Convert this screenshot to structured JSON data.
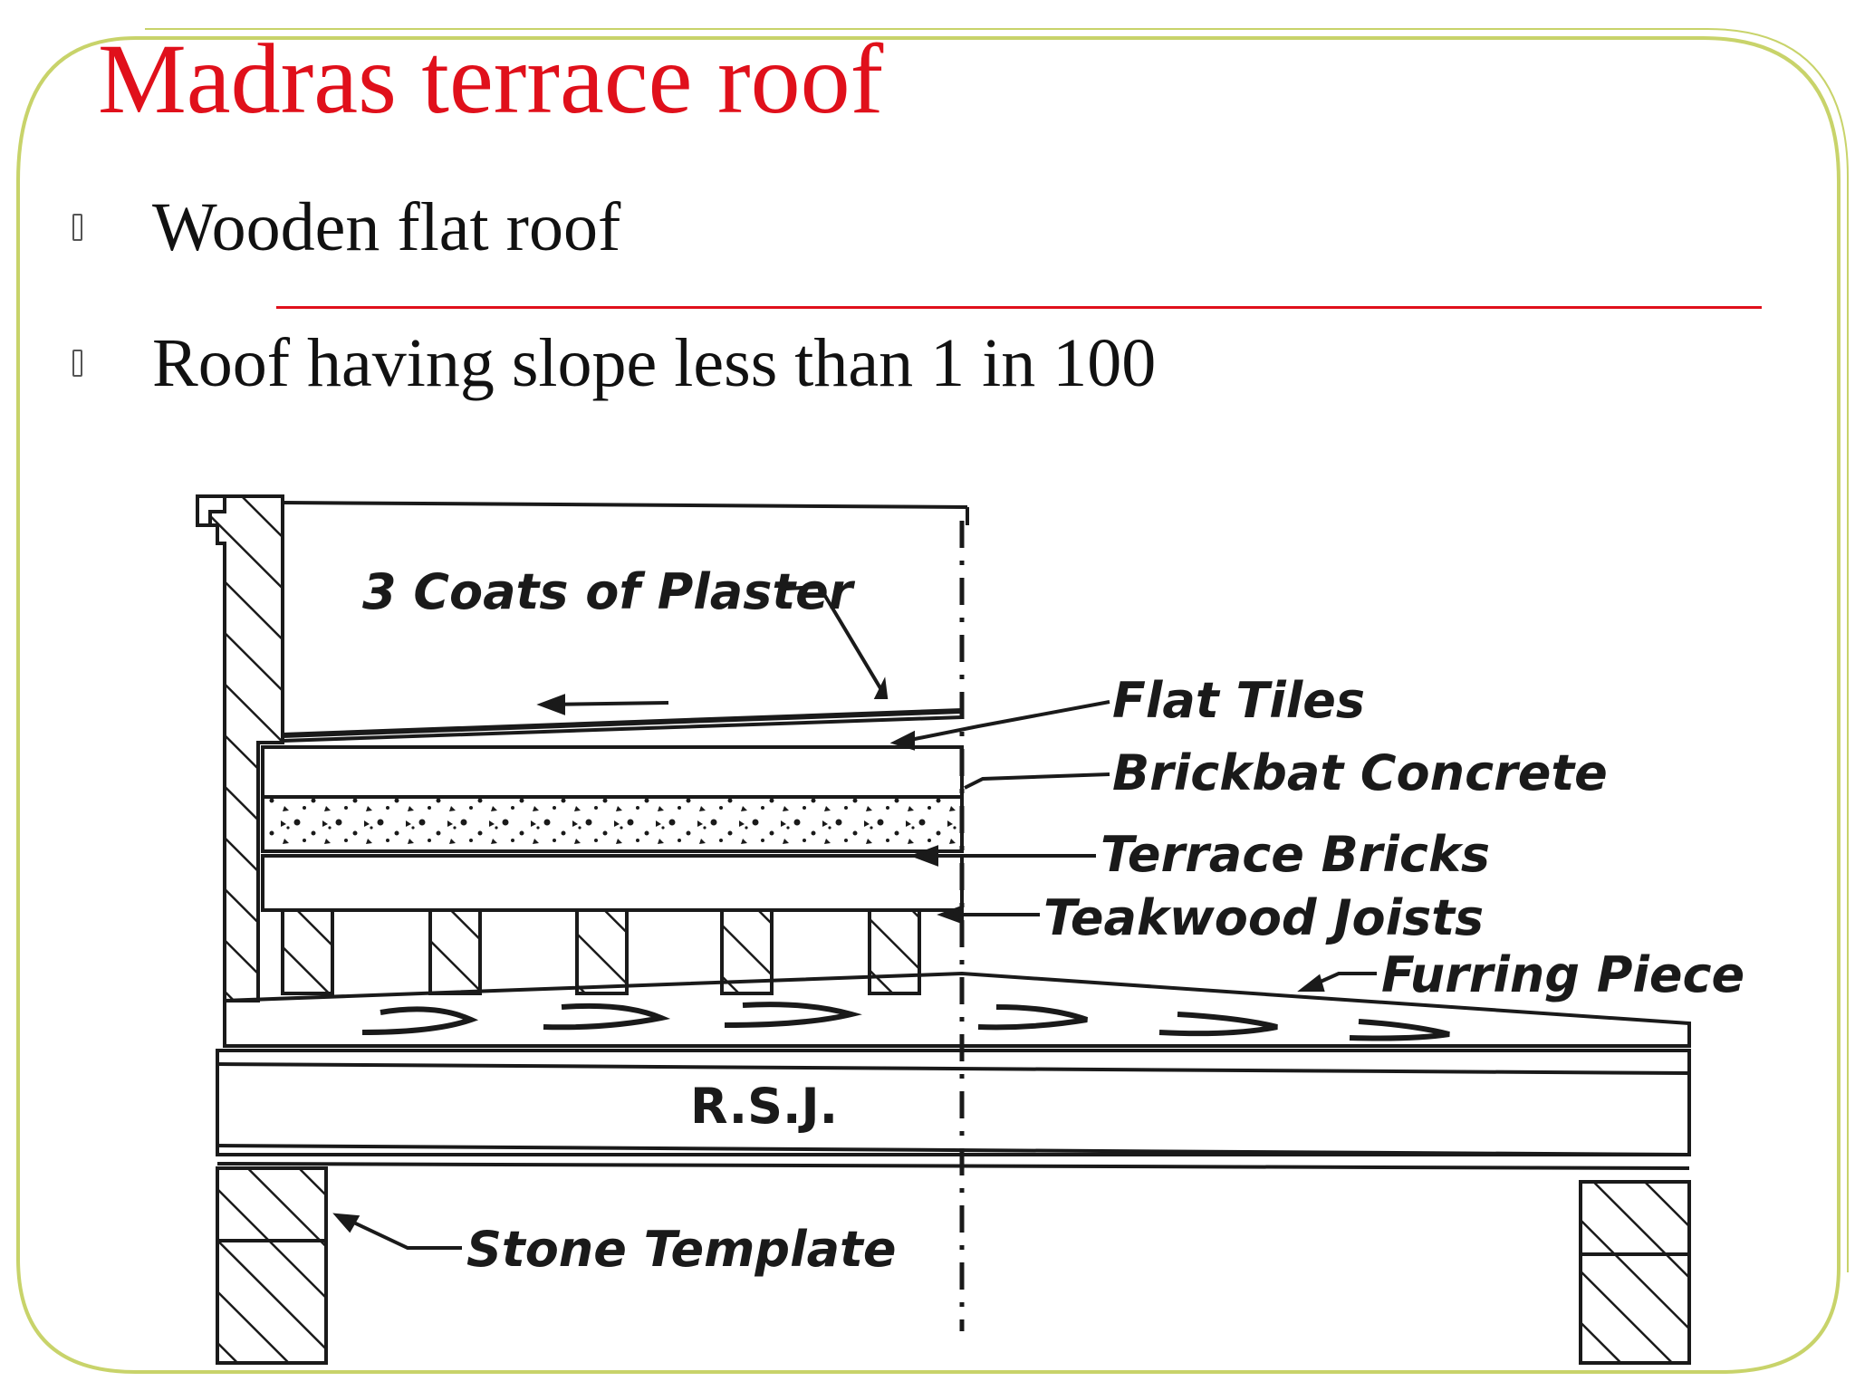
{
  "slide": {
    "title": "Madras terrace roof",
    "bullets": [
      {
        "text": "Wooden flat roof"
      },
      {
        "text": "Roof having slope less than 1 in 100"
      }
    ]
  },
  "diagram": {
    "labels": {
      "plaster": "3 Coats of Plaster",
      "flat_tiles": "Flat Tiles",
      "brickbat": "Brickbat Concrete",
      "terrace_bricks": "Terrace Bricks",
      "teakwood_joists": "Teakwood Joists",
      "furring_piece": "Furring Piece",
      "rsj": "R.S.J.",
      "stone_template": "Stone Template"
    }
  },
  "colors": {
    "title": "#e0101b",
    "rule": "#e0101b",
    "frame": "#c8d36a",
    "ink": "#1a1a1a"
  },
  "icons": {
    "bullet": "bullet-box-icon"
  }
}
